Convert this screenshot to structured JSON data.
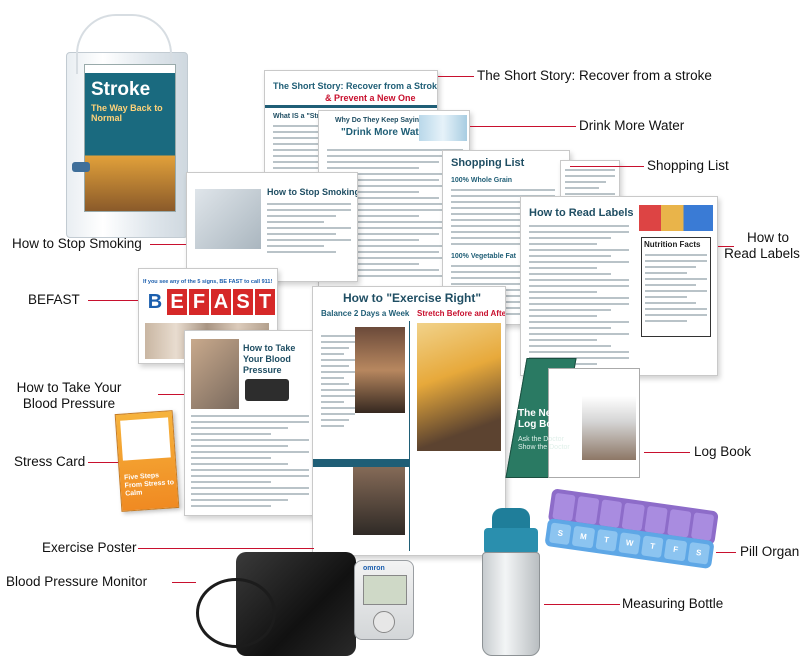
{
  "labels": {
    "short_story": "The Short Story: Recover from a stroke",
    "drink_water": "Drink More Water",
    "shopping_list": "Shopping List",
    "stop_smoking": "How to Stop Smoking",
    "read_labels_line1": "How to",
    "read_labels_line2": "Read Labels",
    "befast": "BEFAST",
    "blood_pressure_line1": "How to Take Your",
    "blood_pressure_line2": "Blood Pressure",
    "log_book": "Log Book",
    "stress_card": "Stress Card",
    "exercise_poster": "Exercise Poster",
    "pill_organizer": "Pill Organizer",
    "bp_monitor": "Blood Pressure Monitor",
    "measuring_bottle": "Measuring Bottle"
  },
  "products": {
    "kit_book_title": "Stroke",
    "kit_book_subtitle": "The Way Back to Normal",
    "short_story_title_1": "The Short Story: Recover from a Stroke",
    "short_story_title_2": "& Prevent a New One",
    "short_story_heading": "What IS a \"Stroke,\" Anyway?",
    "drink_water_heading": "Why Do They Keep Saying,",
    "drink_water_title": "\"Drink More Water?\"",
    "shopping_title": "Shopping List",
    "shopping_col1": "100% Whole Grain",
    "shopping_col2": "100% Vegetable Fat",
    "read_labels_title": "How to Read Labels",
    "nutrition_facts": "Nutrition Facts",
    "stop_smoking_title": "How to Stop Smoking",
    "befast_intro": "If you see any of the 5 signs, BE FAST to call 911!",
    "befast_letters": [
      "B",
      "E",
      "F",
      "A",
      "S",
      "T"
    ],
    "bp_doc_title": "How to Take Your Blood Pressure",
    "exercise_title": "How to \"Exercise Right\"",
    "exercise_left": "Balance 2 Days a Week",
    "exercise_right": "Stretch Before and After",
    "logbook_title": "The New Log Book",
    "logbook_sub": "Ask the Doctor Show the Doctor",
    "stress_card_text": "Five Steps From Stress to Calm",
    "monitor_brand": "omron",
    "pill_days": [
      "S",
      "M",
      "T",
      "W",
      "T",
      "F",
      "S"
    ]
  },
  "colors": {
    "leader": "#c8102e",
    "doc_blue": "#1f5e76",
    "befast_red": "#d62828",
    "befast_blue": "#1c5fae",
    "pill_purple": "#8d6cc9",
    "pill_blue": "#5ea7e6",
    "bottle_teal": "#1f7e9a"
  }
}
